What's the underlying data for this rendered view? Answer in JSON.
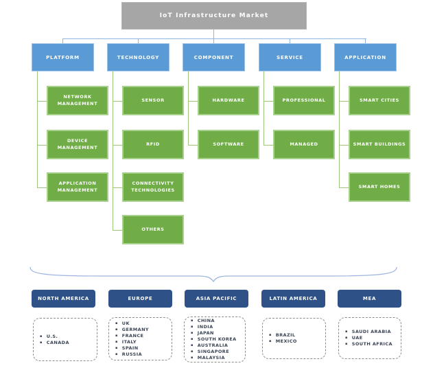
{
  "title": {
    "label": "IoT Infrastructure Market"
  },
  "segments": [
    {
      "label": "PLATFORM",
      "children": [
        "NETWORK MANAGEMENT",
        "DEVICE MANAGEMENT",
        "APPLICATION MANAGEMENT"
      ]
    },
    {
      "label": "TECHNOLOGY",
      "children": [
        "SENSOR",
        "RFID",
        "CONNECTIVITY TECHNOLOGIES",
        "OTHERS"
      ]
    },
    {
      "label": "COMPONENT",
      "children": [
        "HARDWARE",
        "SOFTWARE"
      ]
    },
    {
      "label": "SERVICE",
      "children": [
        "PROFESSIONAL",
        "MANAGED"
      ]
    },
    {
      "label": "APPLICATION",
      "children": [
        "SMART CITIES",
        "SMART BUILDINGS",
        "SMART HOMES"
      ]
    }
  ],
  "regions": [
    {
      "label": "NORTH AMERICA",
      "countries": [
        "U.S.",
        "CANADA"
      ]
    },
    {
      "label": "EUROPE",
      "countries": [
        "UK",
        "GERMANY",
        "FRANCE",
        "ITALY",
        "SPAIN",
        "RUSSIA"
      ]
    },
    {
      "label": "ASIA PACIFIC",
      "countries": [
        "CHINA",
        "INDIA",
        "JAPAN",
        "SOUTH KOREA",
        "AUSTRALIA",
        "SINGAPORE",
        "MALAYSIA"
      ]
    },
    {
      "label": "LATIN AMERICA",
      "countries": [
        "BRAZIL",
        "MEXICO"
      ]
    },
    {
      "label": "MEA",
      "countries": [
        "SAUDI ARABIA",
        "UAE",
        "SOUTH AFRICA"
      ]
    }
  ],
  "colors": {
    "title_bg": "#A6A6A6",
    "segment_bg": "#5B9BD5",
    "child_bg": "#70AD47",
    "region_bg": "#2E5287",
    "connector_blue": "#8EB5E0",
    "connector_green": "#9CC77B",
    "brace": "#9DB4DE",
    "list_text": "#3B4455",
    "bullet": "▪"
  }
}
